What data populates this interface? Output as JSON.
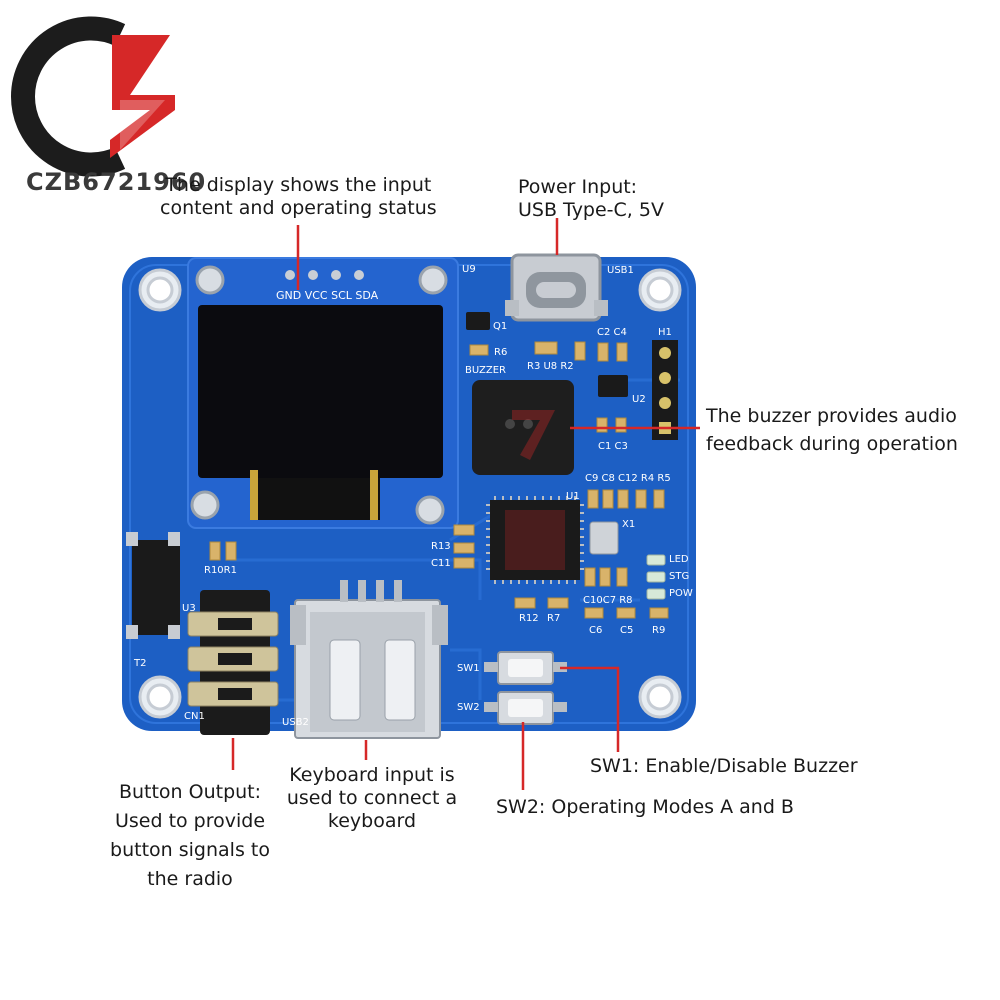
{
  "brand": {
    "watermark_text": "CZB6721960",
    "colors": {
      "logo_black": "#1c1c1c",
      "logo_red": "#d62828",
      "pcb_blue": "#1d5fc4",
      "annotation_red": "#d62828"
    }
  },
  "callouts": {
    "display": {
      "line1": "The display shows the input",
      "line2": "content and operating status"
    },
    "power": {
      "line1": "Power Input:",
      "line2": "USB Type-C, 5V"
    },
    "buzzer": {
      "line1": "The buzzer provides audio",
      "line2": "feedback during operation"
    },
    "button_output": {
      "line1": "Button Output:",
      "line2": "Used to provide",
      "line3": "button signals to",
      "line4": "the radio"
    },
    "keyboard": {
      "line1": "Keyboard input is",
      "line2": "used to connect a",
      "line3": "keyboard"
    },
    "sw1": {
      "text": "SW1: Enable/Disable Buzzer"
    },
    "sw2": {
      "text": "SW2: Operating Modes A and B"
    }
  },
  "silkscreen": {
    "u9": "U9",
    "oled_pins": "GND VCC SCL SDA",
    "usb1": "USB1",
    "q1": "Q1",
    "r6": "R6",
    "buzzer": "BUZZER",
    "r3u8r2": "R3 U8 R2",
    "c2c4": "C2 C4",
    "h1": "H1",
    "u2": "U2",
    "c1c3": "C1 C3",
    "c9c8c12": "C9 C8 C12 R4 R5",
    "u1": "U1",
    "x1": "X1",
    "r13": "R13",
    "c11": "C11",
    "r10r1": "R10R1",
    "u3": "U3",
    "t2": "T2",
    "cn1": "CN1",
    "usb2": "USB2",
    "led": "LED",
    "stg": "STG",
    "pow": "POW",
    "r12": "R12",
    "r7": "R7",
    "c10c7r8": "C10C7 R8",
    "c6": "C6",
    "c5": "C5",
    "r9": "R9",
    "sw1": "SW1",
    "sw2": "SW2"
  }
}
